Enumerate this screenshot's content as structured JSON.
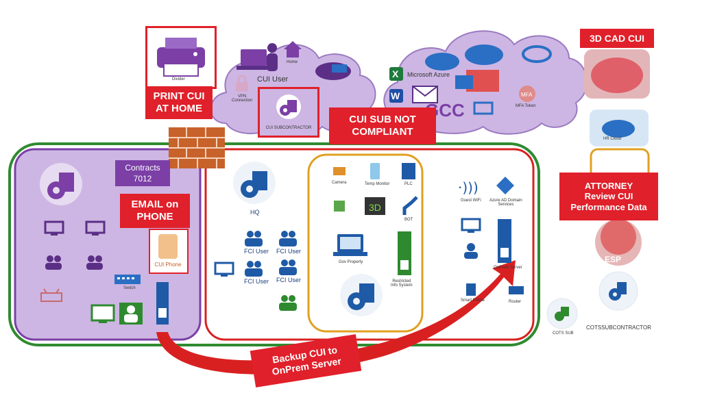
{
  "callouts": {
    "print": "PRINT CUI\nAT HOME",
    "cad": "3D CAD CUI",
    "sub": "CUI SUB NOT\nCOMPLIANT",
    "email": "EMAIL on\nPHONE",
    "attorney": "ATTORNEY\nReview CUI\nPerformance Data",
    "backup": "Backup CUI to\nOnPrem Server"
  },
  "contracts": "Contracts\n7012",
  "labels": {
    "cui_user": "CUI User",
    "cui_subcontractor": "CUI SUBCONTRACTOR",
    "gcc": "GCC",
    "microsoft_azure": "Microsoft Azure",
    "cui_phone": "CUI Phone",
    "hq": "HQ",
    "fci_user_1": "FCI User",
    "fci_user_2": "FCI User",
    "fci_user_3": "FCI User",
    "fci_user_4": "FCI User",
    "switch": "Switch",
    "esp": "ESP",
    "cots_sub": "COTS SUB",
    "cotssubcontractor": "COTSSUBCONTRACTOR",
    "hq_cloud": "HR Cloud",
    "vpn": "VPN\nConnection",
    "divider": "Divider",
    "home": "Home",
    "camera": "Camera",
    "temp": "Temp Monitor",
    "plc": "PLC",
    "gov_property": "Gov Property",
    "restricted": "Restricted\nInfo System",
    "wifi": "Guest WiFi",
    "aad": "Azure AD Domain\nServices",
    "onprem": "OnPrem Server",
    "router": "Router",
    "smartphone": "Smart Phone",
    "mfa": "MFA Token",
    "robot": "BOT"
  },
  "colors": {
    "callout_red": "#e0202a",
    "purple": "#7b3fa6",
    "lavender": "#cdb6e3",
    "green_border": "#2f8a2f",
    "red_border": "#d92020",
    "orange_border": "#e0a020",
    "blue_icon": "#1f5aa6",
    "brick": "#c8622b"
  }
}
